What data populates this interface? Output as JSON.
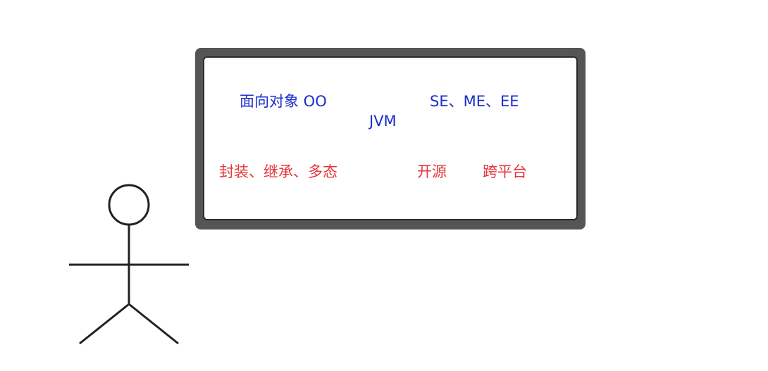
{
  "board": {
    "border_color": "#555555",
    "inner_border_color": "#2b2b2b",
    "background": "#ffffff",
    "blue_items": [
      {
        "text": "面向对象  OO"
      },
      {
        "text": "JVM"
      },
      {
        "text": "SE、ME、EE"
      }
    ],
    "red_items": [
      {
        "text": "封装、继承、多态"
      },
      {
        "text": "开源"
      },
      {
        "text": "跨平台"
      }
    ],
    "colors": {
      "blue": "#1a2fc9",
      "red": "#e5363b"
    }
  },
  "figure": {
    "icon": "stick-figure-icon",
    "stroke_color": "#222222"
  }
}
